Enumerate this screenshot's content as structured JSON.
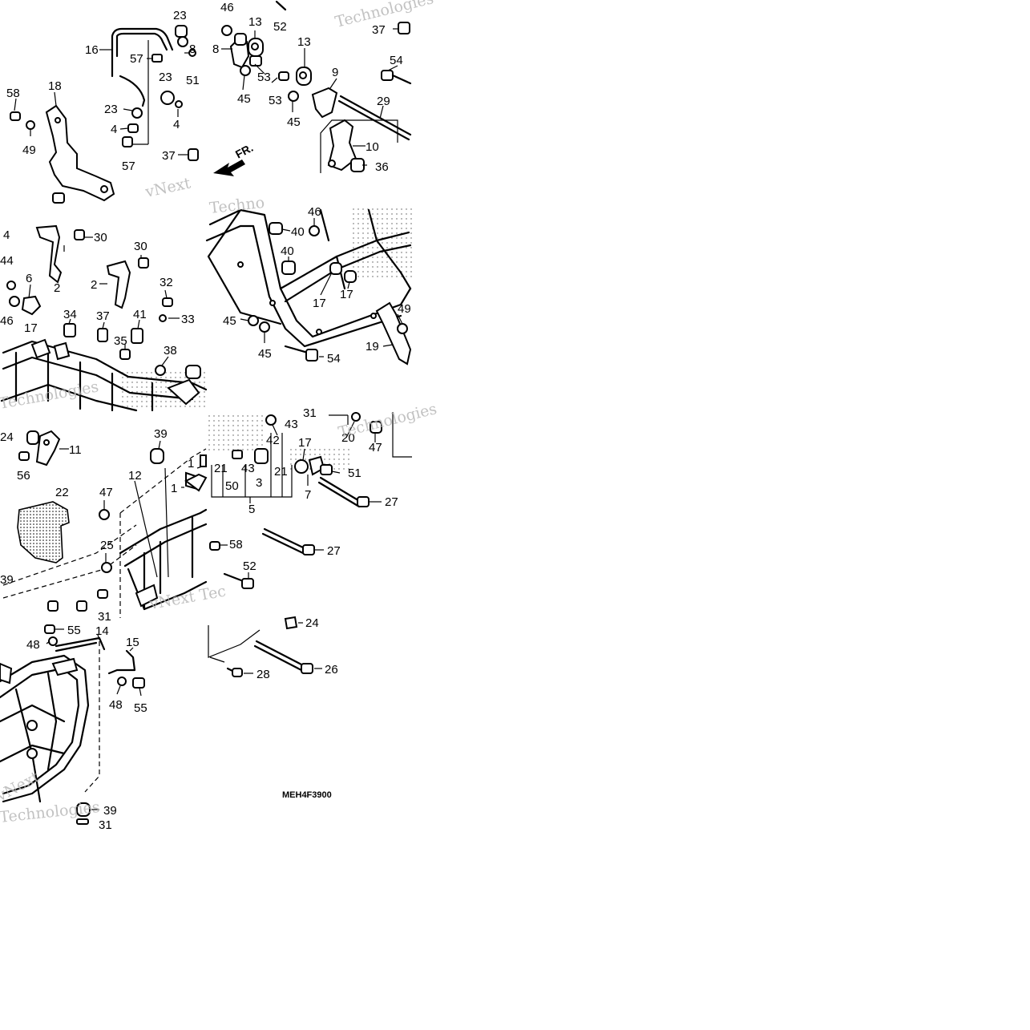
{
  "diagram_code": "MEH4F3900",
  "front_marker": "FR.",
  "watermarks": [
    {
      "text": "Technologies"
    },
    {
      "text": "vNext"
    },
    {
      "text": "Technologies"
    },
    {
      "text": "Techno"
    },
    {
      "text": "vNext Tec"
    },
    {
      "text": "Technologies"
    },
    {
      "text": "vNext"
    },
    {
      "text": "Technologies"
    }
  ],
  "tiles": [
    {
      "id": "top-left",
      "labels": [
        "23",
        "16",
        "57",
        "8",
        "51",
        "23",
        "23",
        "4",
        "4",
        "58",
        "18",
        "49",
        "57",
        "37"
      ]
    },
    {
      "id": "top-right",
      "labels": [
        "46",
        "52",
        "37",
        "13",
        "13",
        "8",
        "54",
        "53",
        "9",
        "45",
        "53",
        "29",
        "45",
        "10",
        "36"
      ]
    },
    {
      "id": "mid-left",
      "labels": [
        "4",
        "30",
        "30",
        "44",
        "2",
        "2",
        "32",
        "6",
        "46",
        "17",
        "34",
        "37",
        "41",
        "33",
        "35",
        "38"
      ]
    },
    {
      "id": "mid-right",
      "labels": [
        "46",
        "40",
        "40",
        "17",
        "17",
        "49",
        "45",
        "45",
        "19",
        "54"
      ]
    },
    {
      "id": "lower-left",
      "labels": [
        "39",
        "24",
        "11",
        "1",
        "56",
        "22",
        "47",
        "12",
        "1",
        "25",
        "39",
        "31"
      ]
    },
    {
      "id": "lower-right",
      "labels": [
        "31",
        "43",
        "42",
        "20",
        "47",
        "17",
        "21",
        "43",
        "21",
        "51",
        "50",
        "3",
        "7",
        "5",
        "27",
        "27",
        "58",
        "52"
      ]
    },
    {
      "id": "bottom-left",
      "labels": [
        "55",
        "14",
        "48",
        "15",
        "48",
        "55",
        "39",
        "31"
      ]
    },
    {
      "id": "bottom-right",
      "labels": [
        "24",
        "26",
        "28"
      ]
    }
  ]
}
